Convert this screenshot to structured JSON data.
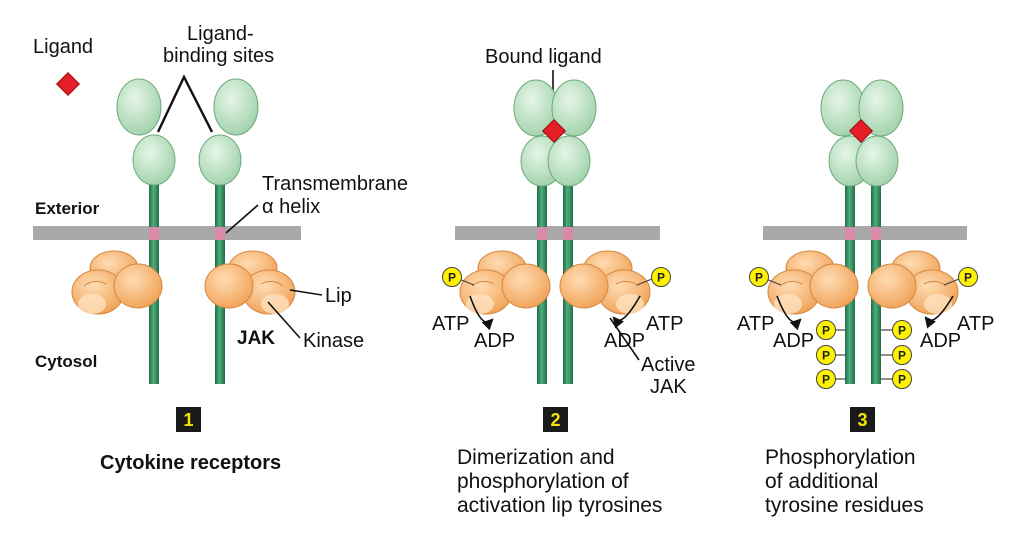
{
  "labels": {
    "ligand": "Ligand",
    "ligand_binding_sites_line1": "Ligand-",
    "ligand_binding_sites_line2": "binding sites",
    "bound_ligand": "Bound ligand",
    "exterior": "Exterior",
    "cytosol": "Cytosol",
    "transmembrane_line1": "Transmembrane",
    "transmembrane_line2": "α helix",
    "lip": "Lip",
    "kinase": "Kinase",
    "jak": "JAK",
    "atp": "ATP",
    "adp": "ADP",
    "active_jak_line1": "Active",
    "active_jak_line2": "JAK",
    "phospho": "P"
  },
  "steps": [
    {
      "number": "1",
      "caption_lines": [
        "Cytokine receptors"
      ]
    },
    {
      "number": "2",
      "caption_lines": [
        "Dimerization and",
        "phosphorylation of",
        "activation lip tyrosines"
      ]
    },
    {
      "number": "3",
      "caption_lines": [
        "Phosphorylation",
        "of additional",
        "tyrosine residues"
      ]
    }
  ],
  "colors": {
    "receptor_domain": "#c8e8cc",
    "receptor_stalk": "#2f8a5c",
    "membrane": "#a9a9a9",
    "tm_segment": "#d98aa8",
    "jak_kinase": "#f5b877",
    "ligand": "#e41e26",
    "phosphate": "#fff200",
    "step_badge": "#1a1a1a"
  }
}
